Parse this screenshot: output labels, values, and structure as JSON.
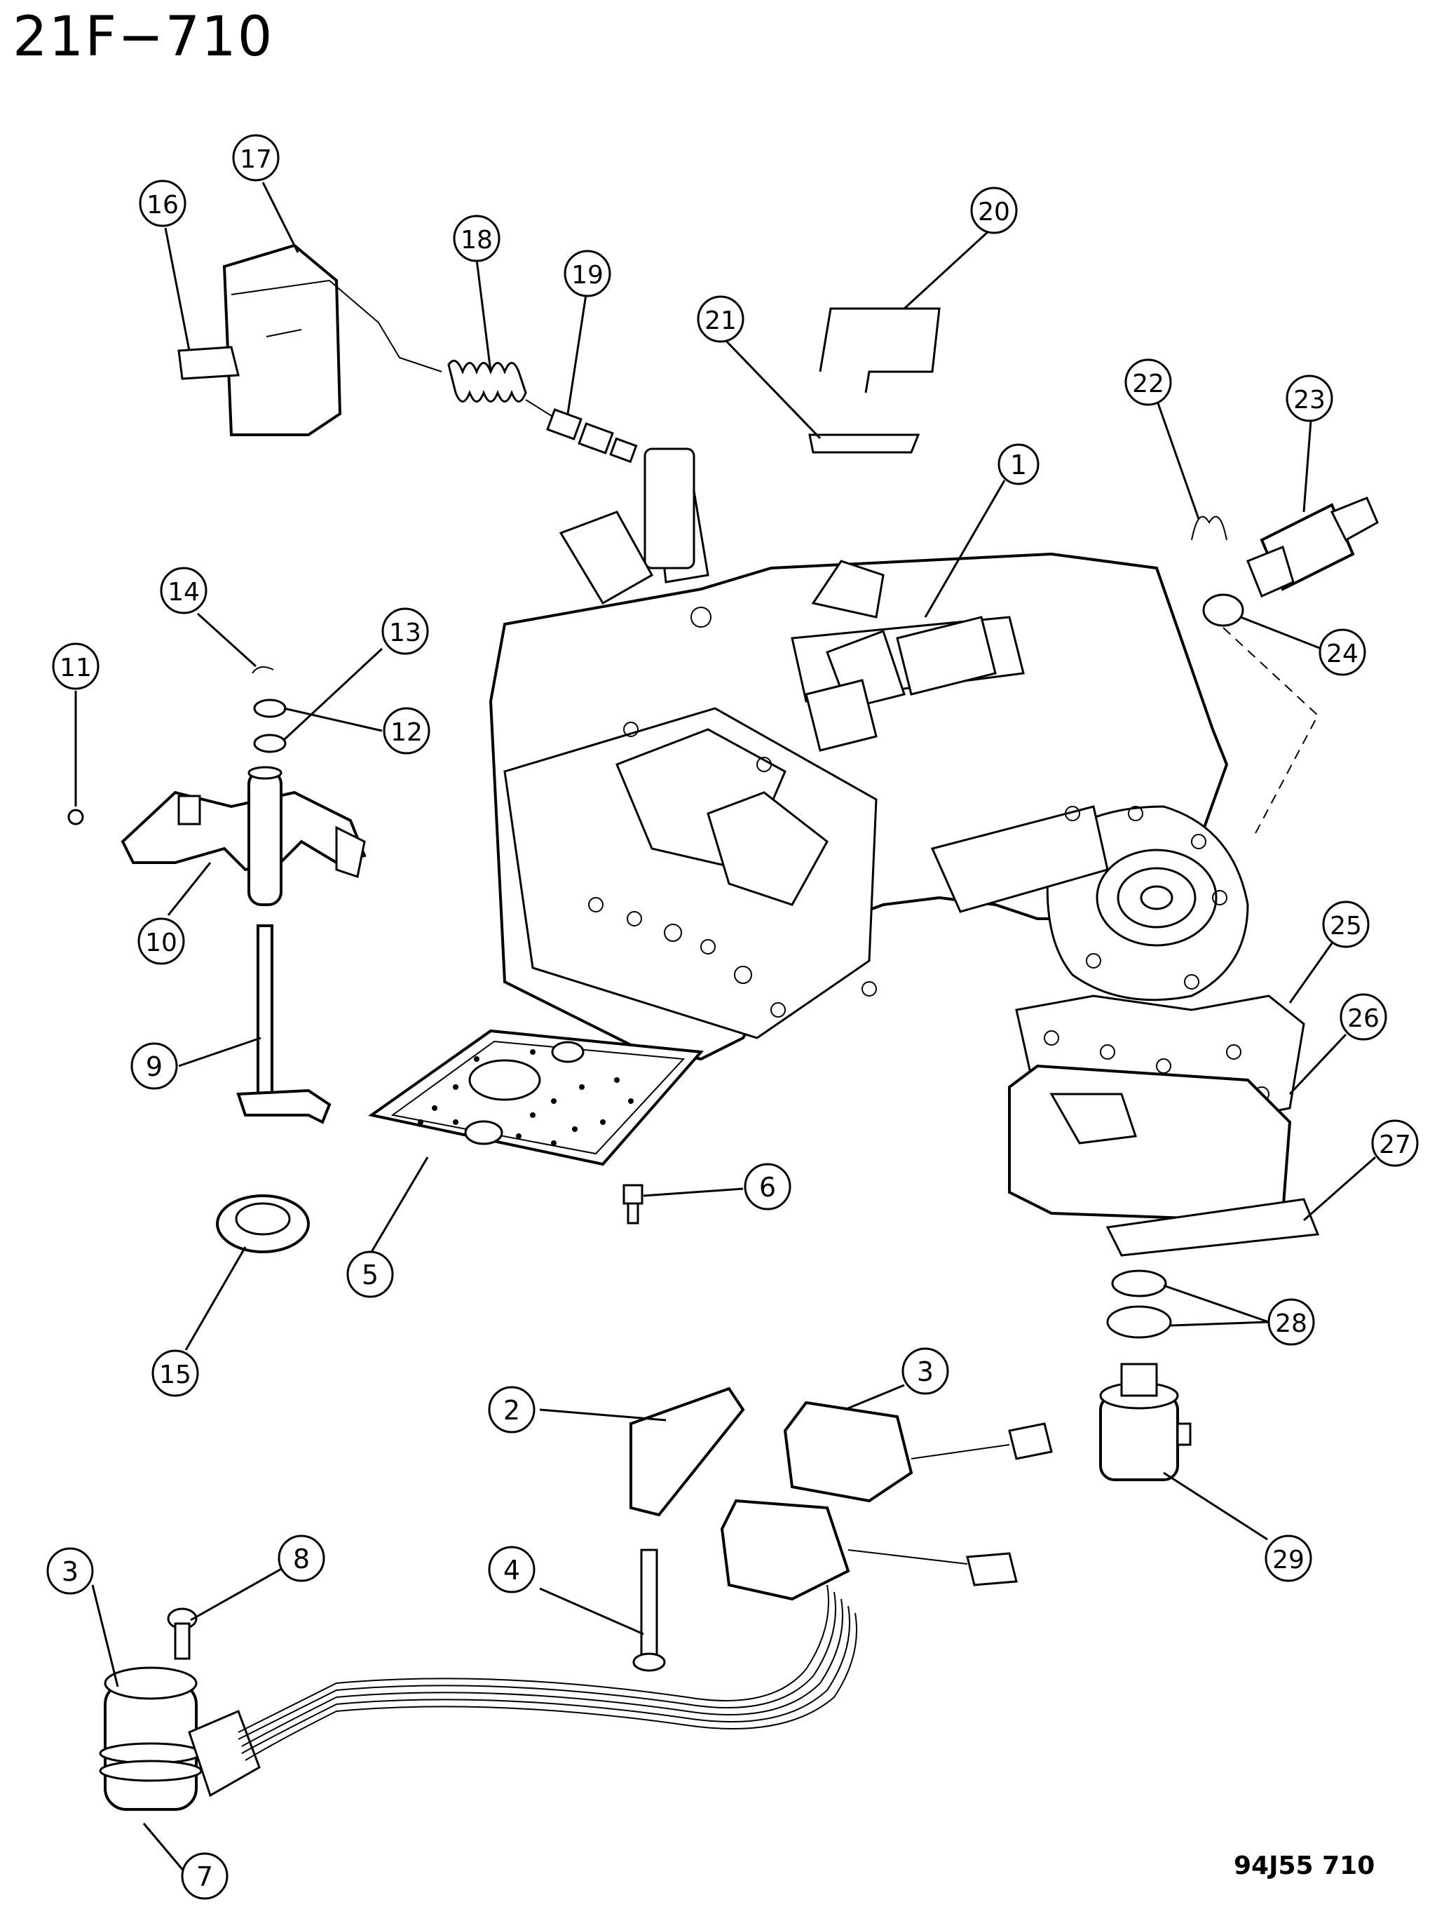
{
  "header": {
    "page_code": "21F−710"
  },
  "footer": {
    "figure_code": "94J55  710"
  },
  "callouts": [
    "1",
    "2",
    "3",
    "3",
    "4",
    "5",
    "6",
    "7",
    "8",
    "9",
    "10",
    "11",
    "12",
    "13",
    "14",
    "15",
    "16",
    "17",
    "18",
    "19",
    "20",
    "21",
    "22",
    "23",
    "24",
    "25",
    "26",
    "27",
    "28",
    "29"
  ]
}
